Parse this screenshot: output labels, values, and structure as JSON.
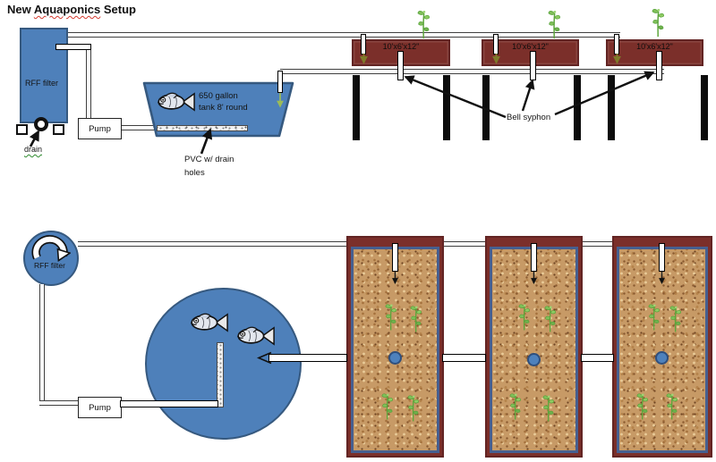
{
  "title": {
    "pre": "New ",
    "highlight": "Aquaponics",
    "post": " Setup"
  },
  "side_view": {
    "filter_label": "RFF filter",
    "pump_label": "Pump",
    "drain_label": "drain",
    "tank_label_line1": "650 gallon",
    "tank_label_line2": "tank 8' round",
    "pvc_label_line1": "PVC w/ drain",
    "pvc_label_line2": "holes",
    "bell_syphon_label": "Bell syphon",
    "beds": [
      {
        "label": "10'x6'x12\""
      },
      {
        "label": "10'x6'x12\""
      },
      {
        "label": "10'x6'x12\""
      }
    ]
  },
  "plan_view": {
    "filter_label": "RFF filter",
    "pump_label": "Pump"
  },
  "colors": {
    "tank_blue": "#4E80BA",
    "blue_border": "#36597F",
    "bed_red": "#7B2F2A",
    "bed_red_border": "#622423",
    "media_tan": "#C79A66",
    "media_frame_blue": "#465F90",
    "plant_green": "#7FBE58",
    "inlet_arrow_olive": "#7F7B2A",
    "inlet_arrow_green": "#9BBB59",
    "pipe_line": "#3f3f3f"
  }
}
